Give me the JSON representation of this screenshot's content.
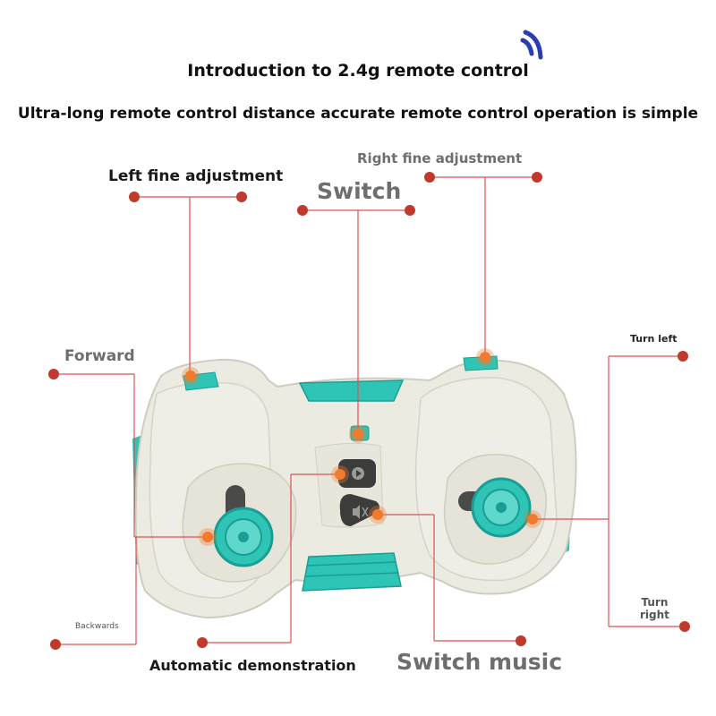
{
  "header": {
    "title": "Introduction to 2.4g remote control",
    "subtitle": "Ultra-long remote control distance accurate remote control operation is simple"
  },
  "labels": {
    "left_fine_adjustment": "Left fine adjustment",
    "right_fine_adjustment": "Right fine adjustment",
    "switch": "Switch",
    "forward": "Forward",
    "backwards": "Backwards",
    "turn_left": "Turn left",
    "turn_right_line1": "Turn",
    "turn_right_line2": "right",
    "automatic_demonstration": "Automatic demonstration",
    "switch_music": "Switch music"
  },
  "colors": {
    "leader_line": "#d9534f",
    "endpoint_dot": "#c0392b",
    "hotspot": "#f07a2e",
    "body": "#ecebe2",
    "body_shadow": "#d6d4c7",
    "teal": "#2ec4b6",
    "teal_dark": "#1a9e93",
    "wifi": "#2a3db5"
  },
  "icons": {
    "wifi": "wifi-signal-icon",
    "play": "play-icon",
    "mute": "mute-icon"
  }
}
